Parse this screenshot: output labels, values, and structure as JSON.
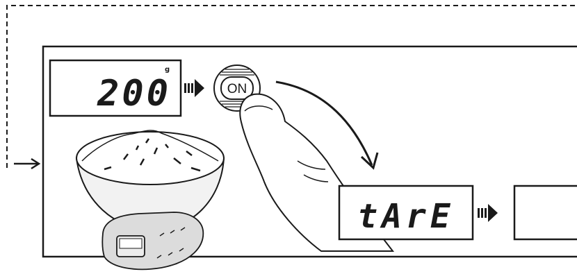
{
  "display_initial": {
    "value": "200",
    "unit": "g"
  },
  "on_button": {
    "label": "ON"
  },
  "display_tare": {
    "value": "tArE"
  },
  "display_next": {
    "value": ""
  },
  "colors": {
    "line": "#1a1a1a",
    "fill": "#ffffff",
    "bowl": "#f2f2f2",
    "base": "#dcdcdc"
  },
  "icons": [
    "press-arrow-icon",
    "arrow-right-icon",
    "curved-arrow-icon",
    "finger-icon",
    "bowl-icon",
    "scale-icon"
  ]
}
